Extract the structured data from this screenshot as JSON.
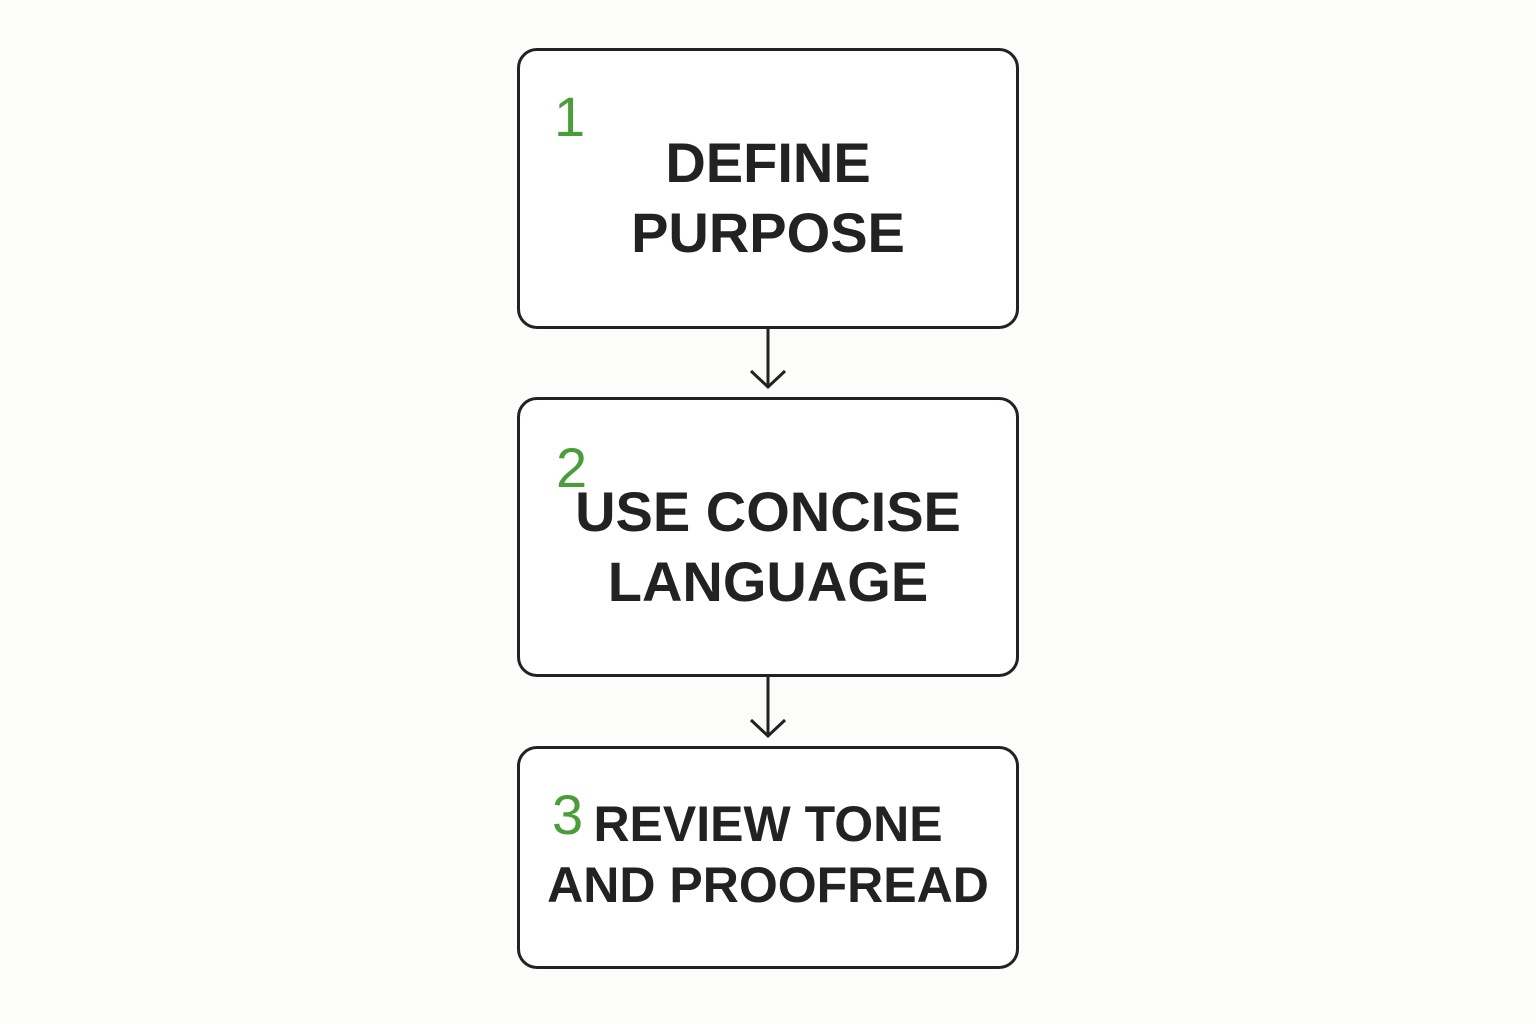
{
  "steps": [
    {
      "number": "1",
      "lines": [
        "DEFINE",
        "PURPOSE"
      ]
    },
    {
      "number": "2",
      "lines": [
        "USE CONCISE",
        "LANGUAGE"
      ]
    },
    {
      "number": "3",
      "lines": [
        "REVIEW TONE",
        "AND PROOFREAD"
      ]
    }
  ],
  "colors": {
    "number": "#4a9e3a",
    "text": "#222222",
    "border": "#222222",
    "background": "#fcfcfa"
  },
  "icons": [
    "arrow-down-icon",
    "arrow-down-icon"
  ]
}
